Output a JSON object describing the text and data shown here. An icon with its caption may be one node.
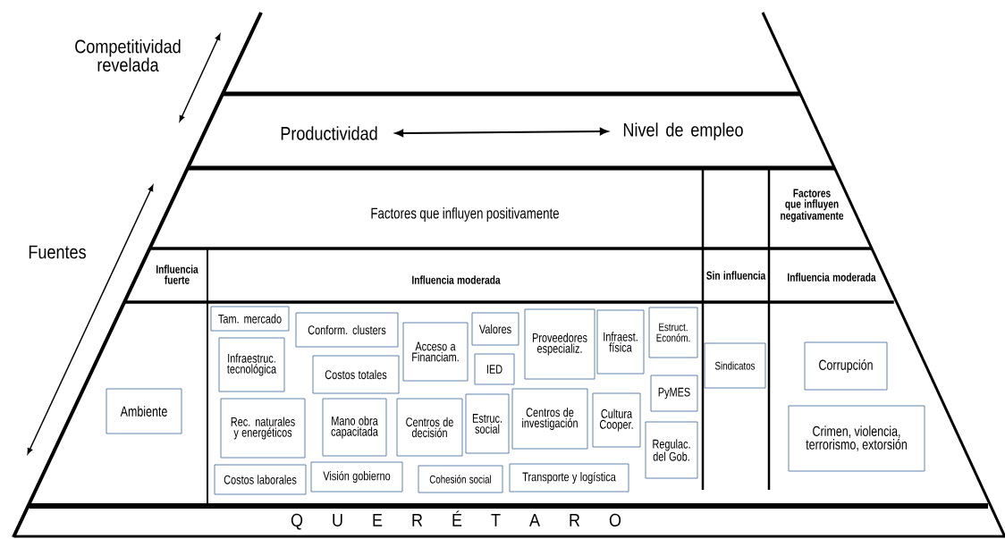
{
  "diagram": {
    "nodes": [
      {
        "text": [
          "Productividad"
        ]
      },
      {
        "text": [
          "Nivel de empleo"
        ]
      },
      {
        "text": [
          "Tam. mercado"
        ]
      },
      {
        "text": [
          "Conform. clusters"
        ]
      },
      {
        "text": [
          "Acceso a Financiam."
        ]
      },
      {
        "text": [
          "Valores"
        ]
      },
      {
        "text": [
          "Proveedores especializ."
        ]
      },
      {
        "text": [
          "Infraest. física"
        ]
      },
      {
        "text": [
          "Estruct. Económ."
        ]
      },
      {
        "text": [
          "Infraestruc. tecnológica"
        ]
      },
      {
        "text": [
          "Costos totales"
        ]
      },
      {
        "text": [
          "IED"
        ]
      },
      {
        "text": [
          "Sindicatos"
        ]
      },
      {
        "text": [
          "Corrupción"
        ]
      },
      {
        "text": [
          "PyMES"
        ]
      },
      {
        "text": [
          "Ambiente"
        ]
      },
      {
        "text": [
          "Rec. naturales y energéticos"
        ]
      },
      {
        "text": [
          "Mano obra capacitada"
        ]
      },
      {
        "text": [
          "Centros de decisión"
        ]
      },
      {
        "text": [
          "Estruc. social"
        ]
      },
      {
        "text": [
          "Centros de investigación"
        ]
      },
      {
        "text": [
          "Cultura Cooper."
        ]
      },
      {
        "text": [
          "Crimen, violencia, terrorismo, extorsión"
        ]
      },
      {
        "text": [
          "Regulac. del Gob."
        ]
      },
      {
        "text": [
          "Costos laborales"
        ]
      },
      {
        "text": [
          "Visión gobierno"
        ]
      },
      {
        "text": [
          "Cohesión social"
        ]
      },
      {
        "text": [
          "Transporte y logística"
        ]
      }
    ],
    "edges": [
      {
        "from": 0,
        "to": 1,
        "arrow": "both"
      }
    ],
    "labels": [
      "Competitividad revelada",
      "Factores que influyen negativamente",
      "Factores que influyen positivamente",
      "Fuentes",
      "Influencia fuerte",
      "Influencia moderada",
      "Sin influencia",
      "Influencia moderada",
      "Q U E R É T A R O"
    ]
  }
}
